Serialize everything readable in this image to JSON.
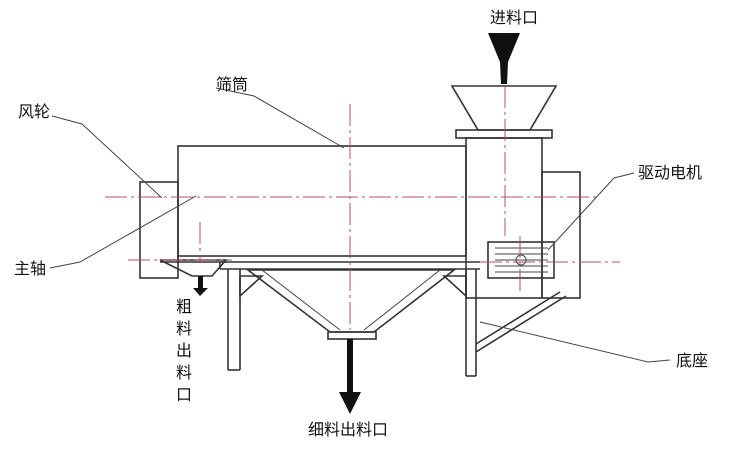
{
  "labels": {
    "feed_inlet": "进料口",
    "screen_drum": "筛筒",
    "wind_wheel": "风轮",
    "drive_motor": "驱动电机",
    "main_shaft": "主轴",
    "coarse_outlet": "粗料出料口",
    "base": "底座",
    "fine_outlet": "细料出料口"
  },
  "colors": {
    "outline": "#333333",
    "center_line": "#b0506a",
    "text": "#111111"
  }
}
